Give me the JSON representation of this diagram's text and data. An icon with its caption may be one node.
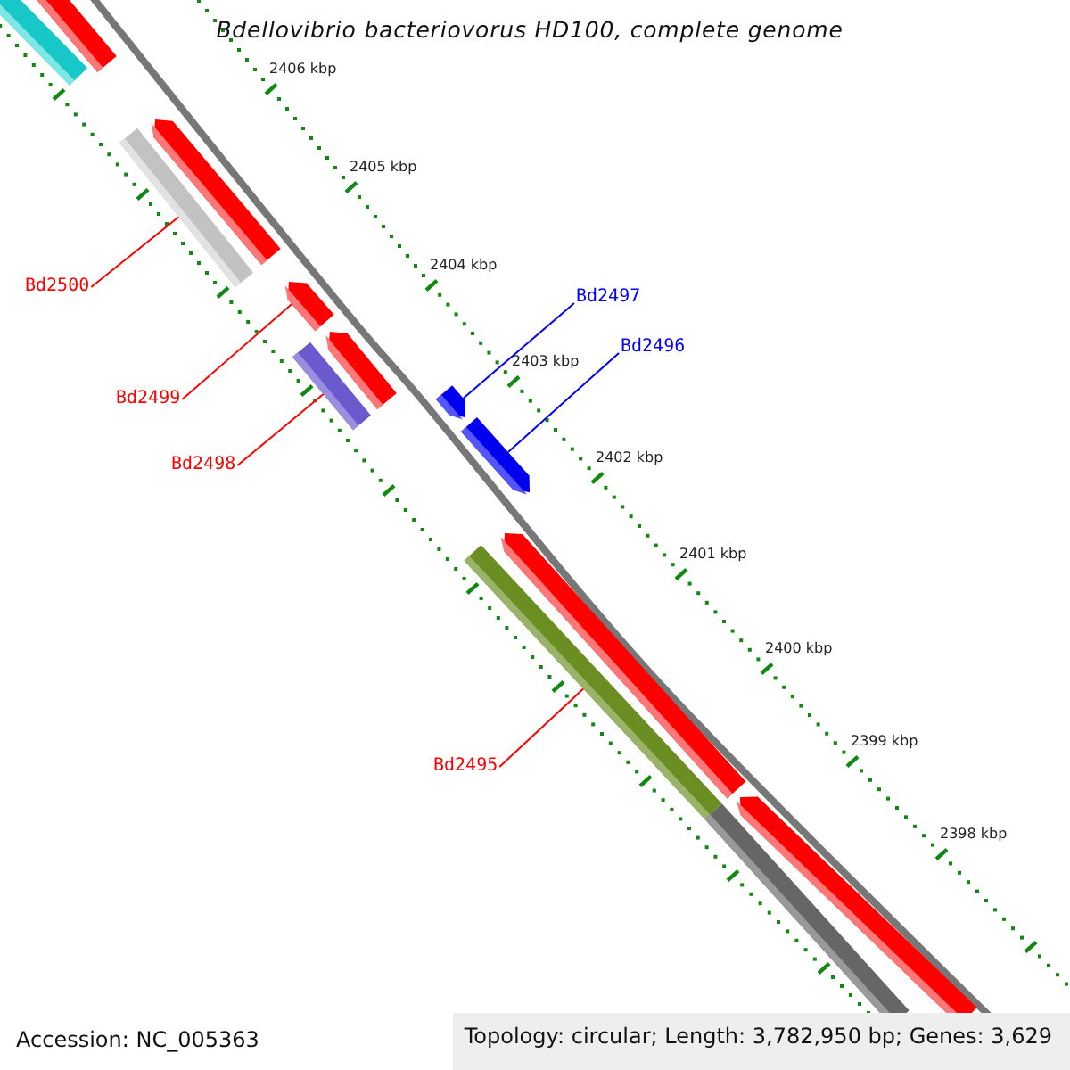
{
  "diagram": {
    "title": "Bdellovibrio bacteriovorus HD100, complete genome",
    "nodes": [
      {
        "text": [],
        "shape": "bar"
      },
      {
        "text": [],
        "shape": "bar"
      },
      {
        "text": [],
        "shape": "arrow"
      },
      {
        "text": [],
        "shape": "bar"
      },
      {
        "text": [
          "Bd2500"
        ]
      },
      {
        "text": [],
        "shape": "arrow"
      },
      {
        "text": [],
        "shape": "arrow"
      },
      {
        "text": [
          "Bd2497"
        ]
      },
      {
        "text": [
          "Bd2496"
        ]
      },
      {
        "text": [],
        "shape": "arrow"
      },
      {
        "text": [],
        "shape": "bar"
      },
      {
        "text": [
          "Bd2499"
        ]
      },
      {
        "text": [],
        "shape": "arrow"
      },
      {
        "text": [
          "Bd2498"
        ]
      },
      {
        "text": [],
        "shape": "arrow"
      },
      {
        "text": [],
        "shape": "bar"
      },
      {
        "text": [
          "Bd2495"
        ]
      },
      {
        "text": [],
        "shape": "bar"
      },
      {
        "text": [],
        "shape": "arrow"
      }
    ],
    "edges": [
      {
        "from": 4,
        "to": 3,
        "arrow": "none"
      },
      {
        "from": 11,
        "to": 5,
        "arrow": "none"
      },
      {
        "from": 13,
        "to": 10,
        "arrow": "none"
      },
      {
        "from": 7,
        "to": 9,
        "arrow": "none",
        "color": "#0000ff"
      },
      {
        "from": 8,
        "to": 12,
        "arrow": "none",
        "color": "#0000ff"
      },
      {
        "from": 16,
        "to": 15,
        "arrow": "none"
      }
    ],
    "labels": [
      "2406 kbp",
      "2405 kbp",
      "2404 kbp",
      "2403 kbp",
      "2402 kbp",
      "2401 kbp",
      "2400 kbp",
      "2399 kbp",
      "2398 kbp",
      "Accession: NC_005363",
      "Topology: circular; Length: 3,782,950 bp; Genes: 3,629"
    ]
  }
}
